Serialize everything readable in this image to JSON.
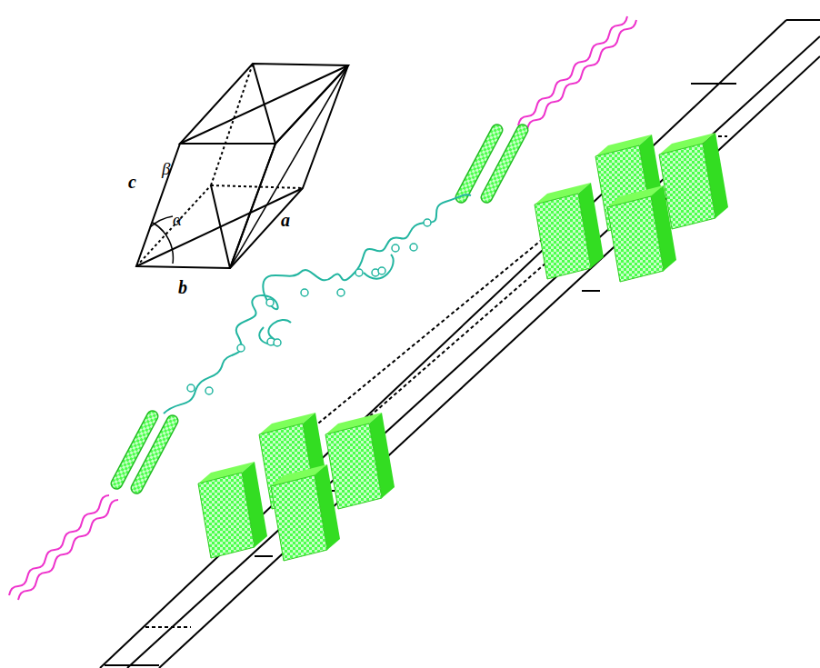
{
  "diagram": {
    "labels": [
      "c",
      "β",
      "α",
      "a",
      "b"
    ]
  }
}
